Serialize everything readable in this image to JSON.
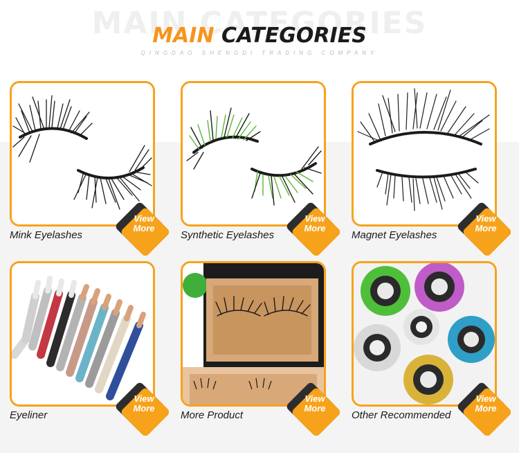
{
  "header": {
    "watermark": "MAIN CATEGORIES",
    "title_accent": "MAIN",
    "title_rest": "CATEGORIES",
    "subtitle": "QINGDAO SHENGDI TRADING COMPANY"
  },
  "colors": {
    "accent": "#f7a21b",
    "dark": "#2d2d2d",
    "band": "#f4f4f4"
  },
  "categories": [
    {
      "label": "Mink Eyelashes",
      "view": "View",
      "more": "More"
    },
    {
      "label": "Synthetic Eyelashes",
      "view": "View",
      "more": "More"
    },
    {
      "label": "Magnet Eyelashes",
      "view": "View",
      "more": "More"
    },
    {
      "label": "Eyeliner",
      "view": "View",
      "more": "More"
    },
    {
      "label": "More Product",
      "view": "View",
      "more": "More"
    },
    {
      "label": "Other Recommended",
      "view": "View",
      "more": "More"
    }
  ]
}
